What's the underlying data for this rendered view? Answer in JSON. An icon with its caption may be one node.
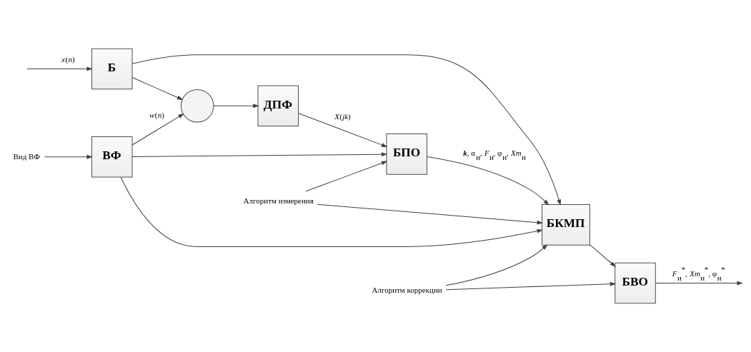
{
  "diagram": {
    "nodes": [
      {
        "text": [
          "Б"
        ]
      },
      {
        "text": [],
        "shape": "circle"
      },
      {
        "text": [
          "ДПФ"
        ]
      },
      {
        "text": [
          "БПО"
        ]
      },
      {
        "text": [
          "БКМП"
        ]
      },
      {
        "text": [
          "БВО"
        ]
      },
      {
        "text": [
          "ВФ"
        ]
      },
      {
        "text": [
          "Алгоритм измерения"
        ]
      },
      {
        "text": [
          "Алгоритм коррекции"
        ]
      },
      {
        "text": [
          "Вид ВФ"
        ]
      }
    ],
    "edges": [
      {
        "from": null,
        "to": 0,
        "arrow": "to",
        "label": "*x*(*n*)"
      },
      {
        "from": 0,
        "to": 1,
        "arrow": "to"
      },
      {
        "from": 1,
        "to": 2,
        "arrow": "to"
      },
      {
        "from": 2,
        "to": 3,
        "arrow": "to",
        "label": "*X*(*jk*)"
      },
      {
        "from": 3,
        "to": 4,
        "arrow": "to",
        "label": "**k**, α$_{и}$, *F*$_{и}$, φ$_{и}$, *Xm*$_{и}$"
      },
      {
        "from": 4,
        "to": 5,
        "arrow": "to"
      },
      {
        "from": 5,
        "to": null,
        "arrow": "to",
        "label": "*F*$_{и}$$^{*}$, *Xm*$_{и}$$^{*}$, φ$_{и}$$^{*}$"
      },
      {
        "from": 6,
        "to": 1,
        "arrow": "to",
        "label": "*w*(*n*)"
      },
      {
        "from": 6,
        "to": 3,
        "arrow": "to"
      },
      {
        "from": 6,
        "to": 4,
        "arrow": "to"
      },
      {
        "from": 0,
        "to": 4,
        "arrow": "to"
      },
      {
        "from": 7,
        "to": 3,
        "arrow": "to"
      },
      {
        "from": 7,
        "to": 4,
        "arrow": "to"
      },
      {
        "from": 8,
        "to": 4,
        "arrow": "to"
      },
      {
        "from": 8,
        "to": 5,
        "arrow": "to"
      },
      {
        "from": 9,
        "to": 6,
        "arrow": "to"
      }
    ]
  }
}
